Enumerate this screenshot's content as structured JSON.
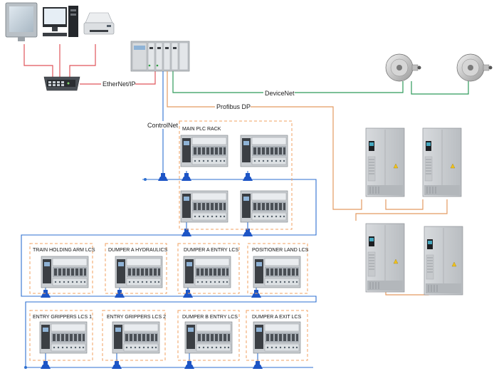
{
  "networks": {
    "ethernet": "EtherNet/IP",
    "devicenet": "DeviceNet",
    "profibus": "Profibus DP",
    "controlnet": "ControlNet"
  },
  "stations": {
    "main_rack": "MAIN PLC RACK",
    "row1": [
      "TRAIN HOLDING ARM LCS",
      "DUMPER A HYDRAULICS",
      "DUMPER A ENTRY LCS",
      "POSITIONER LAND LCS"
    ],
    "row2": [
      "ENTRY GRIPPERS LCS 1",
      "ENTRY GRIPPERS LCS 2",
      "DUMPER B ENTRY LCS",
      "DUMPER A EXIT LCS"
    ]
  },
  "colors": {
    "ethernet": "#e0555a",
    "devicenet": "#2e9a5a",
    "profibus": "#e39a62",
    "controlnet": "#2d6fd0",
    "dashed_box": "#f0a060"
  },
  "icons": [
    "touch-panel-icon",
    "desktop-computer-icon",
    "printer-icon",
    "ethernet-switch-icon",
    "plc-rack-icon",
    "encoder-icon",
    "drive-cabinet-icon",
    "io-module-icon",
    "controlnet-tap-icon"
  ]
}
